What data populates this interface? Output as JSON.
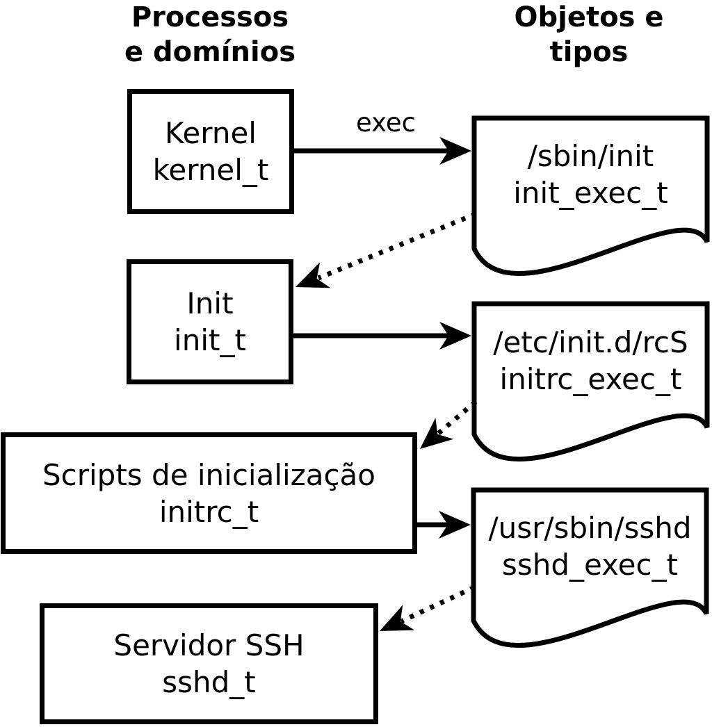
{
  "headers": {
    "left": {
      "line1": "Processos",
      "line2": "e domínios"
    },
    "right": {
      "line1": "Objetos e",
      "line2": "tipos"
    }
  },
  "processes": [
    {
      "name": "Kernel",
      "domain": "kernel_t"
    },
    {
      "name": "Init",
      "domain": "init_t"
    },
    {
      "name": "Scripts de inicialização",
      "domain": "initrc_t"
    },
    {
      "name": "Servidor SSH",
      "domain": "sshd_t"
    }
  ],
  "objects": [
    {
      "path": "/sbin/init",
      "type": "init_exec_t"
    },
    {
      "path": "/etc/init.d/rcS",
      "type": "initrc_exec_t"
    },
    {
      "path": "/usr/sbin/sshd",
      "type": "sshd_exec_t"
    }
  ],
  "edge_labels": {
    "exec": "exec"
  },
  "colors": {
    "ink": "#000000",
    "paper": "#ffffff"
  }
}
